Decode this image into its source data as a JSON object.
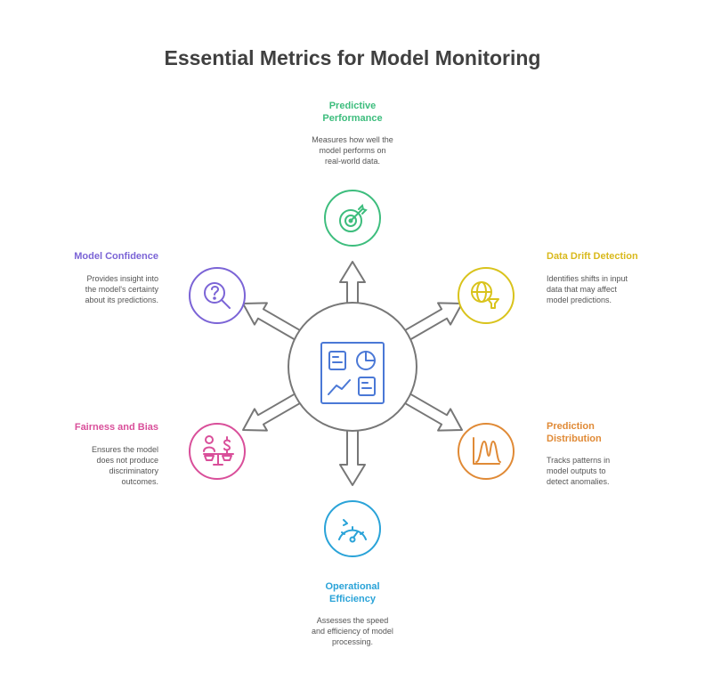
{
  "title": "Essential Metrics for Model Monitoring",
  "colors": {
    "predictive": "#3dbd7d",
    "drift": "#d9c31c",
    "distribution": "#e08a36",
    "operational": "#2aa3d8",
    "fairness": "#d94f9a",
    "confidence": "#7b64d6",
    "hub": "#6b6b6b",
    "dashboard": "#4a78d6"
  },
  "nodes": {
    "predictive": {
      "label_line1": "Predictive",
      "label_line2": "Performance",
      "desc_line1": "Measures how well the",
      "desc_line2": "model performs on",
      "desc_line3": "real-world data.",
      "icon": "target-arrow-icon"
    },
    "drift": {
      "label": "Data Drift Detection",
      "desc_line1": "Identifies shifts in input",
      "desc_line2": "data that may affect",
      "desc_line3": "model predictions.",
      "icon": "globe-funnel-icon"
    },
    "distribution": {
      "label_line1": "Prediction",
      "label_line2": "Distribution",
      "desc_line1": "Tracks patterns in",
      "desc_line2": "model outputs to",
      "desc_line3": "detect anomalies.",
      "icon": "distribution-curve-icon"
    },
    "operational": {
      "label_line1": "Operational",
      "label_line2": "Efficiency",
      "desc_line1": "Assesses the speed",
      "desc_line2": "and efficiency of model",
      "desc_line3": "processing.",
      "icon": "speedometer-icon"
    },
    "fairness": {
      "label": "Fairness and Bias",
      "desc_line1": "Ensures the model",
      "desc_line2": "does not produce",
      "desc_line3": "discriminatory",
      "desc_line4": "outcomes.",
      "icon": "scale-person-dollar-icon"
    },
    "confidence": {
      "label": "Model Confidence",
      "desc_line1": "Provides insight into",
      "desc_line2": "the model's certainty",
      "desc_line3": "about its predictions.",
      "icon": "head-question-icon"
    }
  }
}
